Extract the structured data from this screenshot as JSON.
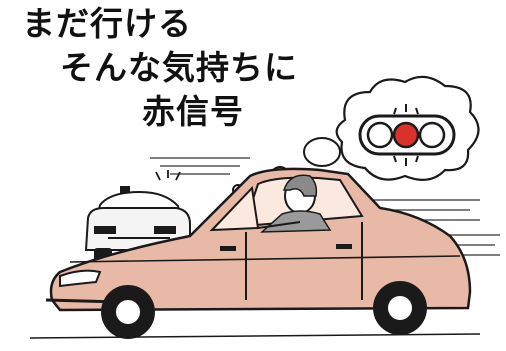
{
  "slogan": {
    "lines": [
      "まだ行ける",
      "そんな気持ちに",
      "赤信号"
    ]
  },
  "colors": {
    "text": "#111111",
    "car_body": "#e8b9a6",
    "signal_red": "#d8322a",
    "outline": "#1a1a1a",
    "background": "#ffffff"
  },
  "icons": [
    "traffic-light-icon",
    "car-icon",
    "police-car-icon",
    "thought-bubble-icon"
  ]
}
